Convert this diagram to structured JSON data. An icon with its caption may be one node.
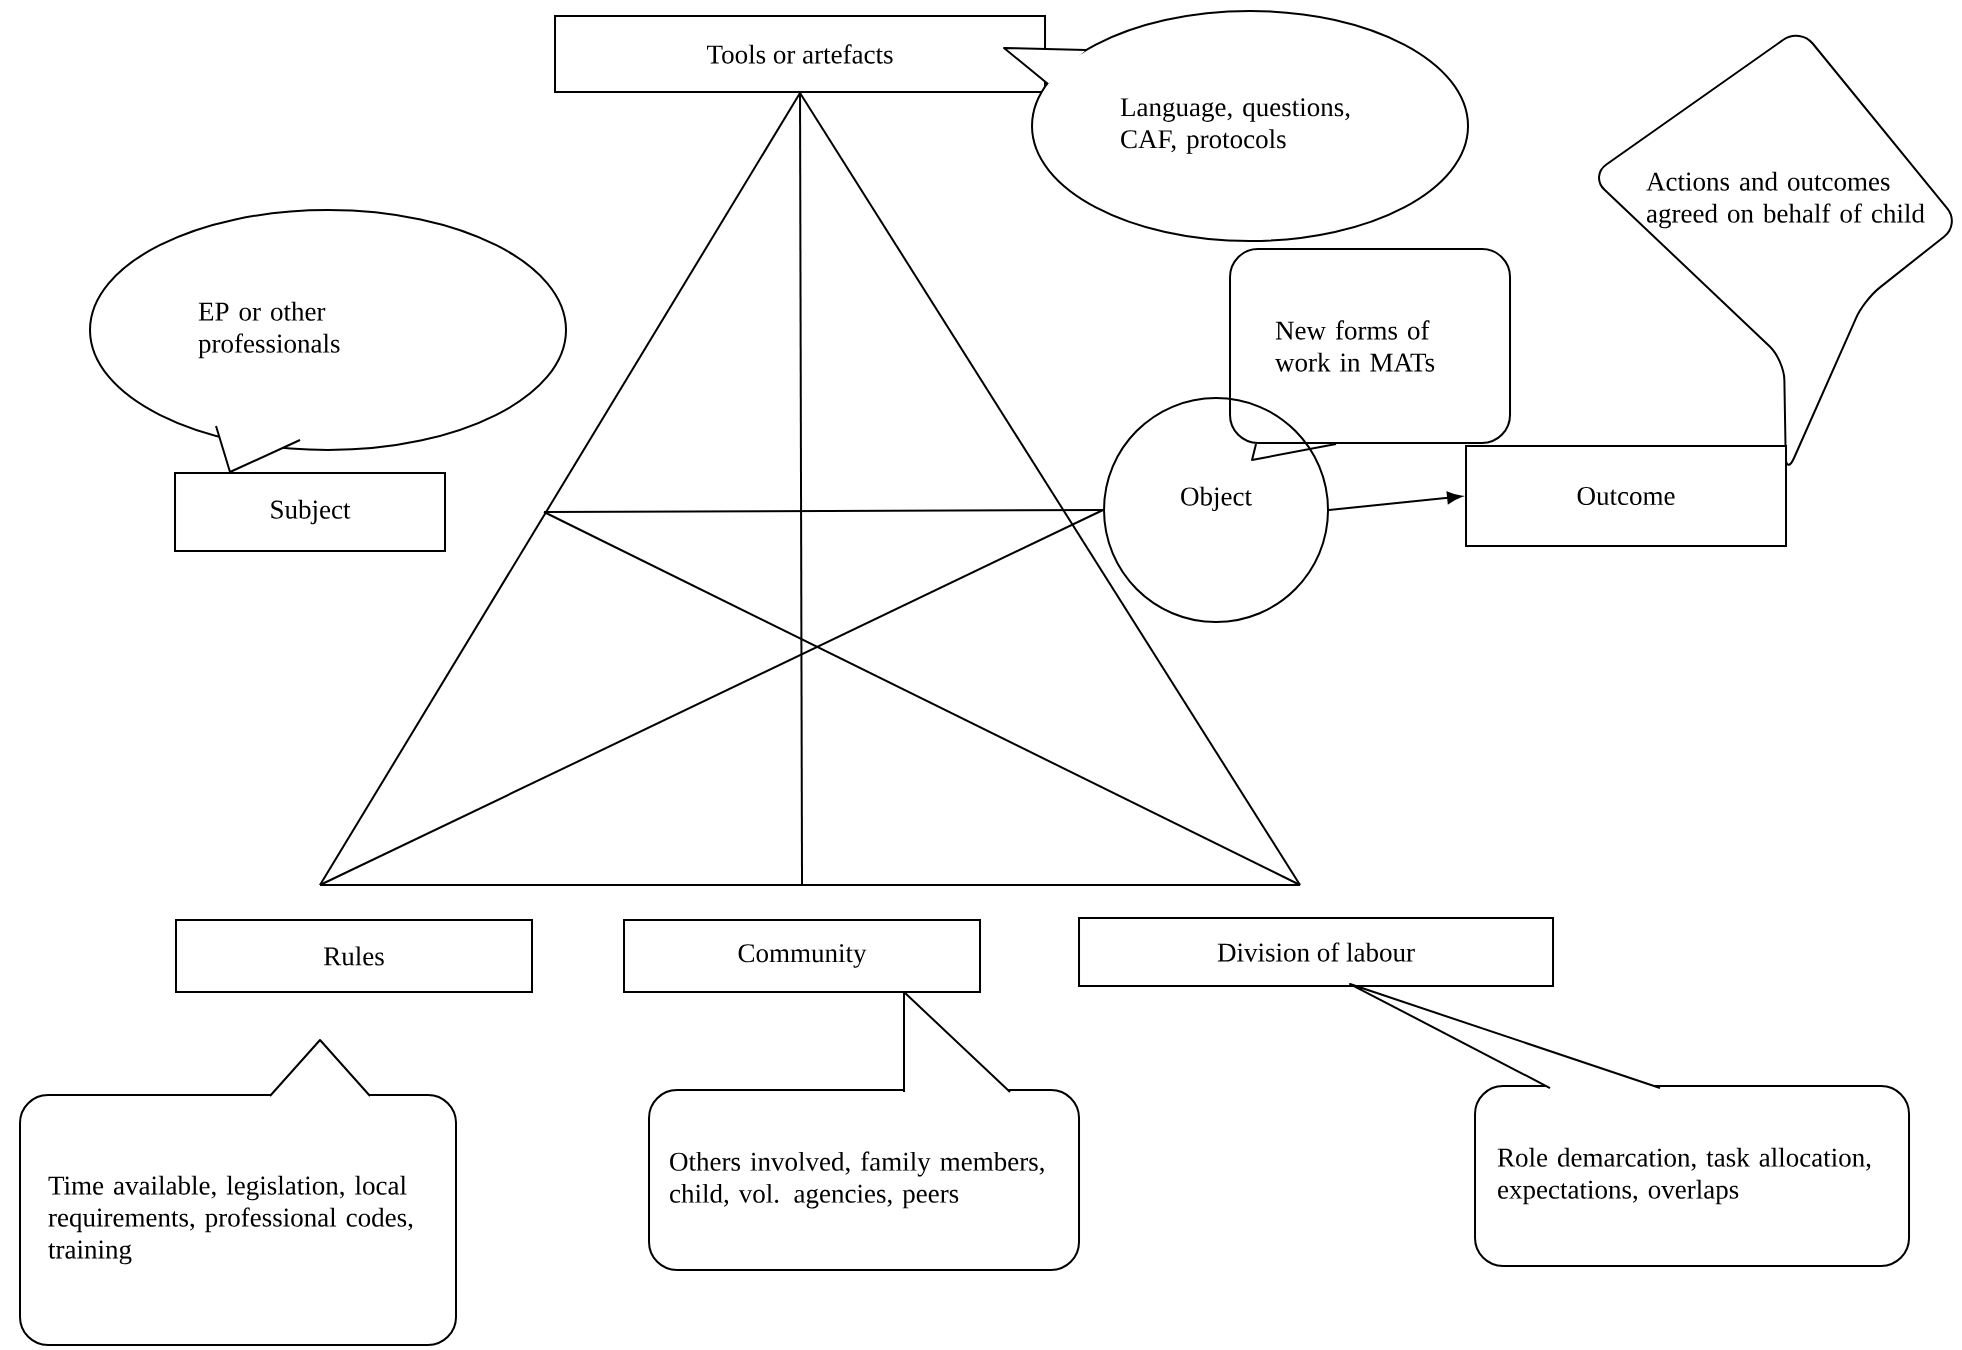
{
  "diagram": {
    "nodes": [
      {
        "text": [
          "Tools or artefacts"
        ]
      },
      {
        "text": [
          "Language, questions, CAF, protocols"
        ]
      },
      {
        "text": [
          "Actions and outcomes agreed on behalf of child"
        ]
      },
      {
        "text": [
          "EP or other professionals"
        ]
      },
      {
        "text": [
          "New forms of work in MATs"
        ]
      },
      {
        "text": [
          "Subject"
        ]
      },
      {
        "text": [
          "Object"
        ]
      },
      {
        "text": [
          "Outcome"
        ]
      },
      {
        "text": [
          "Rules"
        ]
      },
      {
        "text": [
          "Community"
        ]
      },
      {
        "text": [
          "Division of labour"
        ]
      },
      {
        "text": [
          "Time available, legislation, local requirements, professional codes, training"
        ]
      },
      {
        "text": [
          "Others involved, family members, child, vol. agencies, peers"
        ]
      },
      {
        "text": [
          "Role demarcation, task allocation, expectations, overlaps"
        ]
      }
    ],
    "edges": [
      {
        "from": 0,
        "to": 8,
        "arrow": "none"
      },
      {
        "from": 0,
        "to": 10,
        "arrow": "none"
      },
      {
        "from": 0,
        "to": 9,
        "arrow": "none"
      },
      {
        "from": 5,
        "to": 6,
        "arrow": "none"
      },
      {
        "from": 8,
        "to": 6,
        "arrow": "none"
      },
      {
        "from": 5,
        "to": 10,
        "arrow": "none"
      },
      {
        "from": 8,
        "to": 10,
        "arrow": "none"
      },
      {
        "from": 6,
        "to": 7,
        "arrow": "to"
      }
    ]
  }
}
